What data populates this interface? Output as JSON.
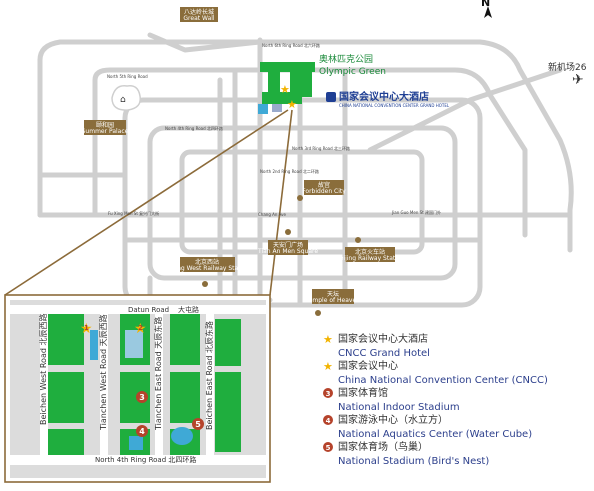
{
  "map": {
    "north": "N",
    "labels": {
      "great_wall_cn": "八达岭长城",
      "great_wall_en": "Great Wall",
      "summer_palace_cn": "颐和园",
      "summer_palace_en": "Summer Palace",
      "olympic_cn": "奥林匹克公园",
      "olympic_en": "Olympic Green",
      "hotel_cn": "国家会议中心大酒店",
      "hotel_en": "CHINA NATIONAL CONVENTION CENTER GRAND HOTEL",
      "airport": "新机场26",
      "forbidden_cn": "故宫",
      "forbidden_en": "Forbidden City",
      "tiananmen_cn": "天安门广场",
      "tiananmen_en": "Tian An Men Square",
      "west_station_cn": "北京西站",
      "west_station_en": "Beijing West Railway Station",
      "bj_station_cn": "北京火车站",
      "bj_station_en": "Beijing Railway Station",
      "temple_cn": "天坛",
      "temple_en": "Temple of Heaven",
      "ring_6": "North 6th Ring Road  北六环路",
      "ring_5": "North 5th Ring Road",
      "ring_4": "North 4th Ring Road  北四环路",
      "ring_3": "North 3rd Ring Road  北三环路",
      "ring_2": "North 2nd Ring Road  北二环路",
      "fuxing": "Fu Xing Men St  复兴门大街",
      "changan": "Chang An Ave",
      "jianguo": "Jian Guo Men St  建国门外"
    },
    "inset": {
      "datun_en": "Datun Road",
      "datun_cn": "大屯路",
      "beichen_west": "Beichen West Road 北辰西路",
      "tianchen_west": "Tianchen West Road 天辰西路",
      "tianchen_east": "Tianchen East Road 天辰东路",
      "beichen_east": "Beichen East Road 北辰东路",
      "north4": "North 4th Ring Road  北四环路",
      "markers": [
        "1",
        "2",
        "3",
        "4",
        "5"
      ]
    },
    "legend": [
      {
        "marker": "star",
        "cn": "国家会议中心大酒店",
        "en": "CNCC Grand Hotel"
      },
      {
        "marker": "star",
        "cn": "国家会议中心",
        "en": "China National Convention Center (CNCC)"
      },
      {
        "marker": "3",
        "cn": "国家体育馆",
        "en": "National Indoor Stadium"
      },
      {
        "marker": "4",
        "cn": "国家游泳中心（水立方）",
        "en": "National Aquatics Center (Water Cube)"
      },
      {
        "marker": "5",
        "cn": "国家体育场（鸟巢）",
        "en": "National Stadium (Bird's Nest)"
      }
    ],
    "colors": {
      "road": "#d0d0d0",
      "label_box": "#8a6d3b",
      "green": "#1fae3e",
      "legend_marker": "#b5432b",
      "star": "#f2b300",
      "water": "#3fa9d6",
      "leader": "#8c6b3a"
    }
  }
}
